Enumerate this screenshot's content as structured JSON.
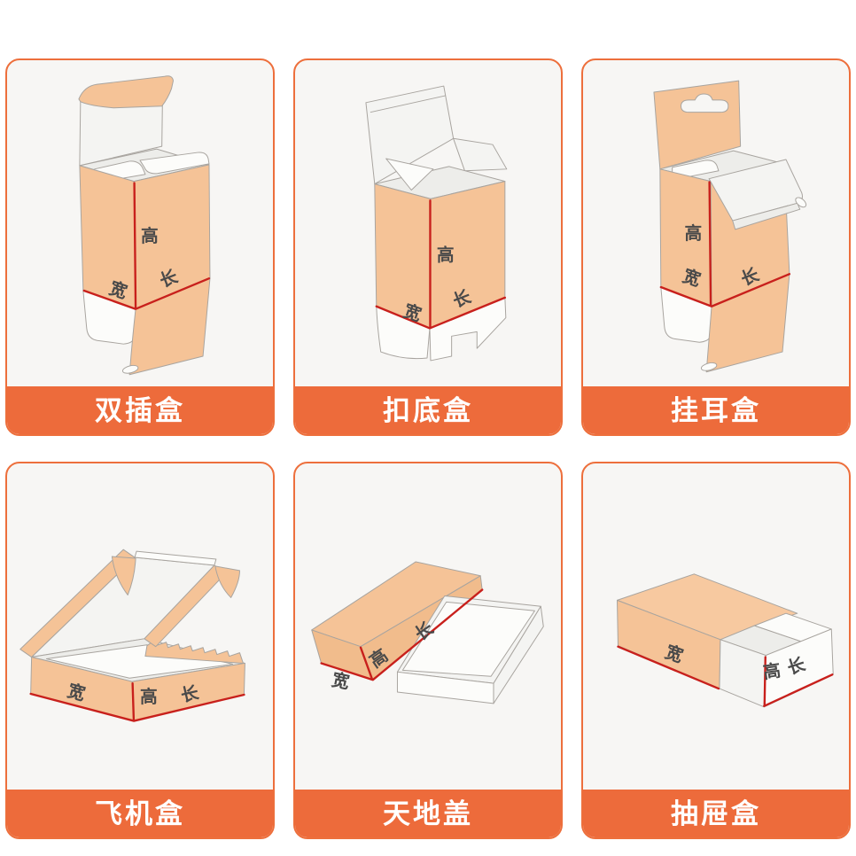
{
  "colors": {
    "page_background": "#FFFFFF",
    "card_border": "#ED6F3C",
    "card_background": "#F7F6F4",
    "banner_background": "#ED6B3B",
    "banner_text": "#FFFFFF",
    "box_fill": "#F5C397",
    "box_fill_light": "#F7C9A0",
    "box_fill_shade": "#F1BC8C",
    "panel_white": "#F4F4F2",
    "panel_bright": "#FCFCFA",
    "panel_shade": "#EDEDEA",
    "red_line": "#C8201C",
    "outline": "#A8A49F",
    "label_text": "#4A4A4A"
  },
  "labels": {
    "height": "高",
    "width": "宽",
    "length": "长"
  },
  "cards": [
    {
      "title": "双插盒"
    },
    {
      "title": "扣底盒"
    },
    {
      "title": "挂耳盒"
    },
    {
      "title": "飞机盒"
    },
    {
      "title": "天地盖"
    },
    {
      "title": "抽屉盒"
    }
  ]
}
